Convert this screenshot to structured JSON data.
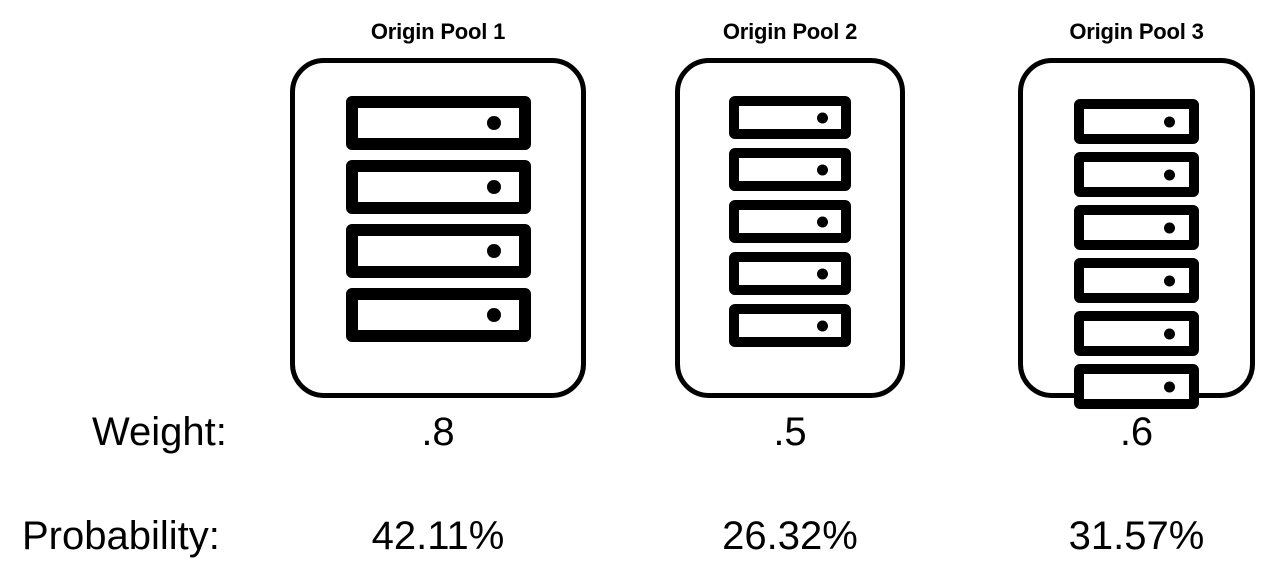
{
  "diagram": {
    "title_font_color": "#000000",
    "background": "#ffffff",
    "stroke_color": "#000000",
    "pools": [
      {
        "title": "Origin Pool 1",
        "server_count": 4,
        "weight": ".8",
        "probability": "42.11%"
      },
      {
        "title": "Origin Pool 2",
        "server_count": 5,
        "weight": ".5",
        "probability": "26.32%"
      },
      {
        "title": "Origin Pool 3",
        "server_count": 6,
        "weight": ".6",
        "probability": "31.57%"
      }
    ],
    "rows": {
      "weight_label": "Weight:",
      "probability_label": "Probability:"
    }
  }
}
